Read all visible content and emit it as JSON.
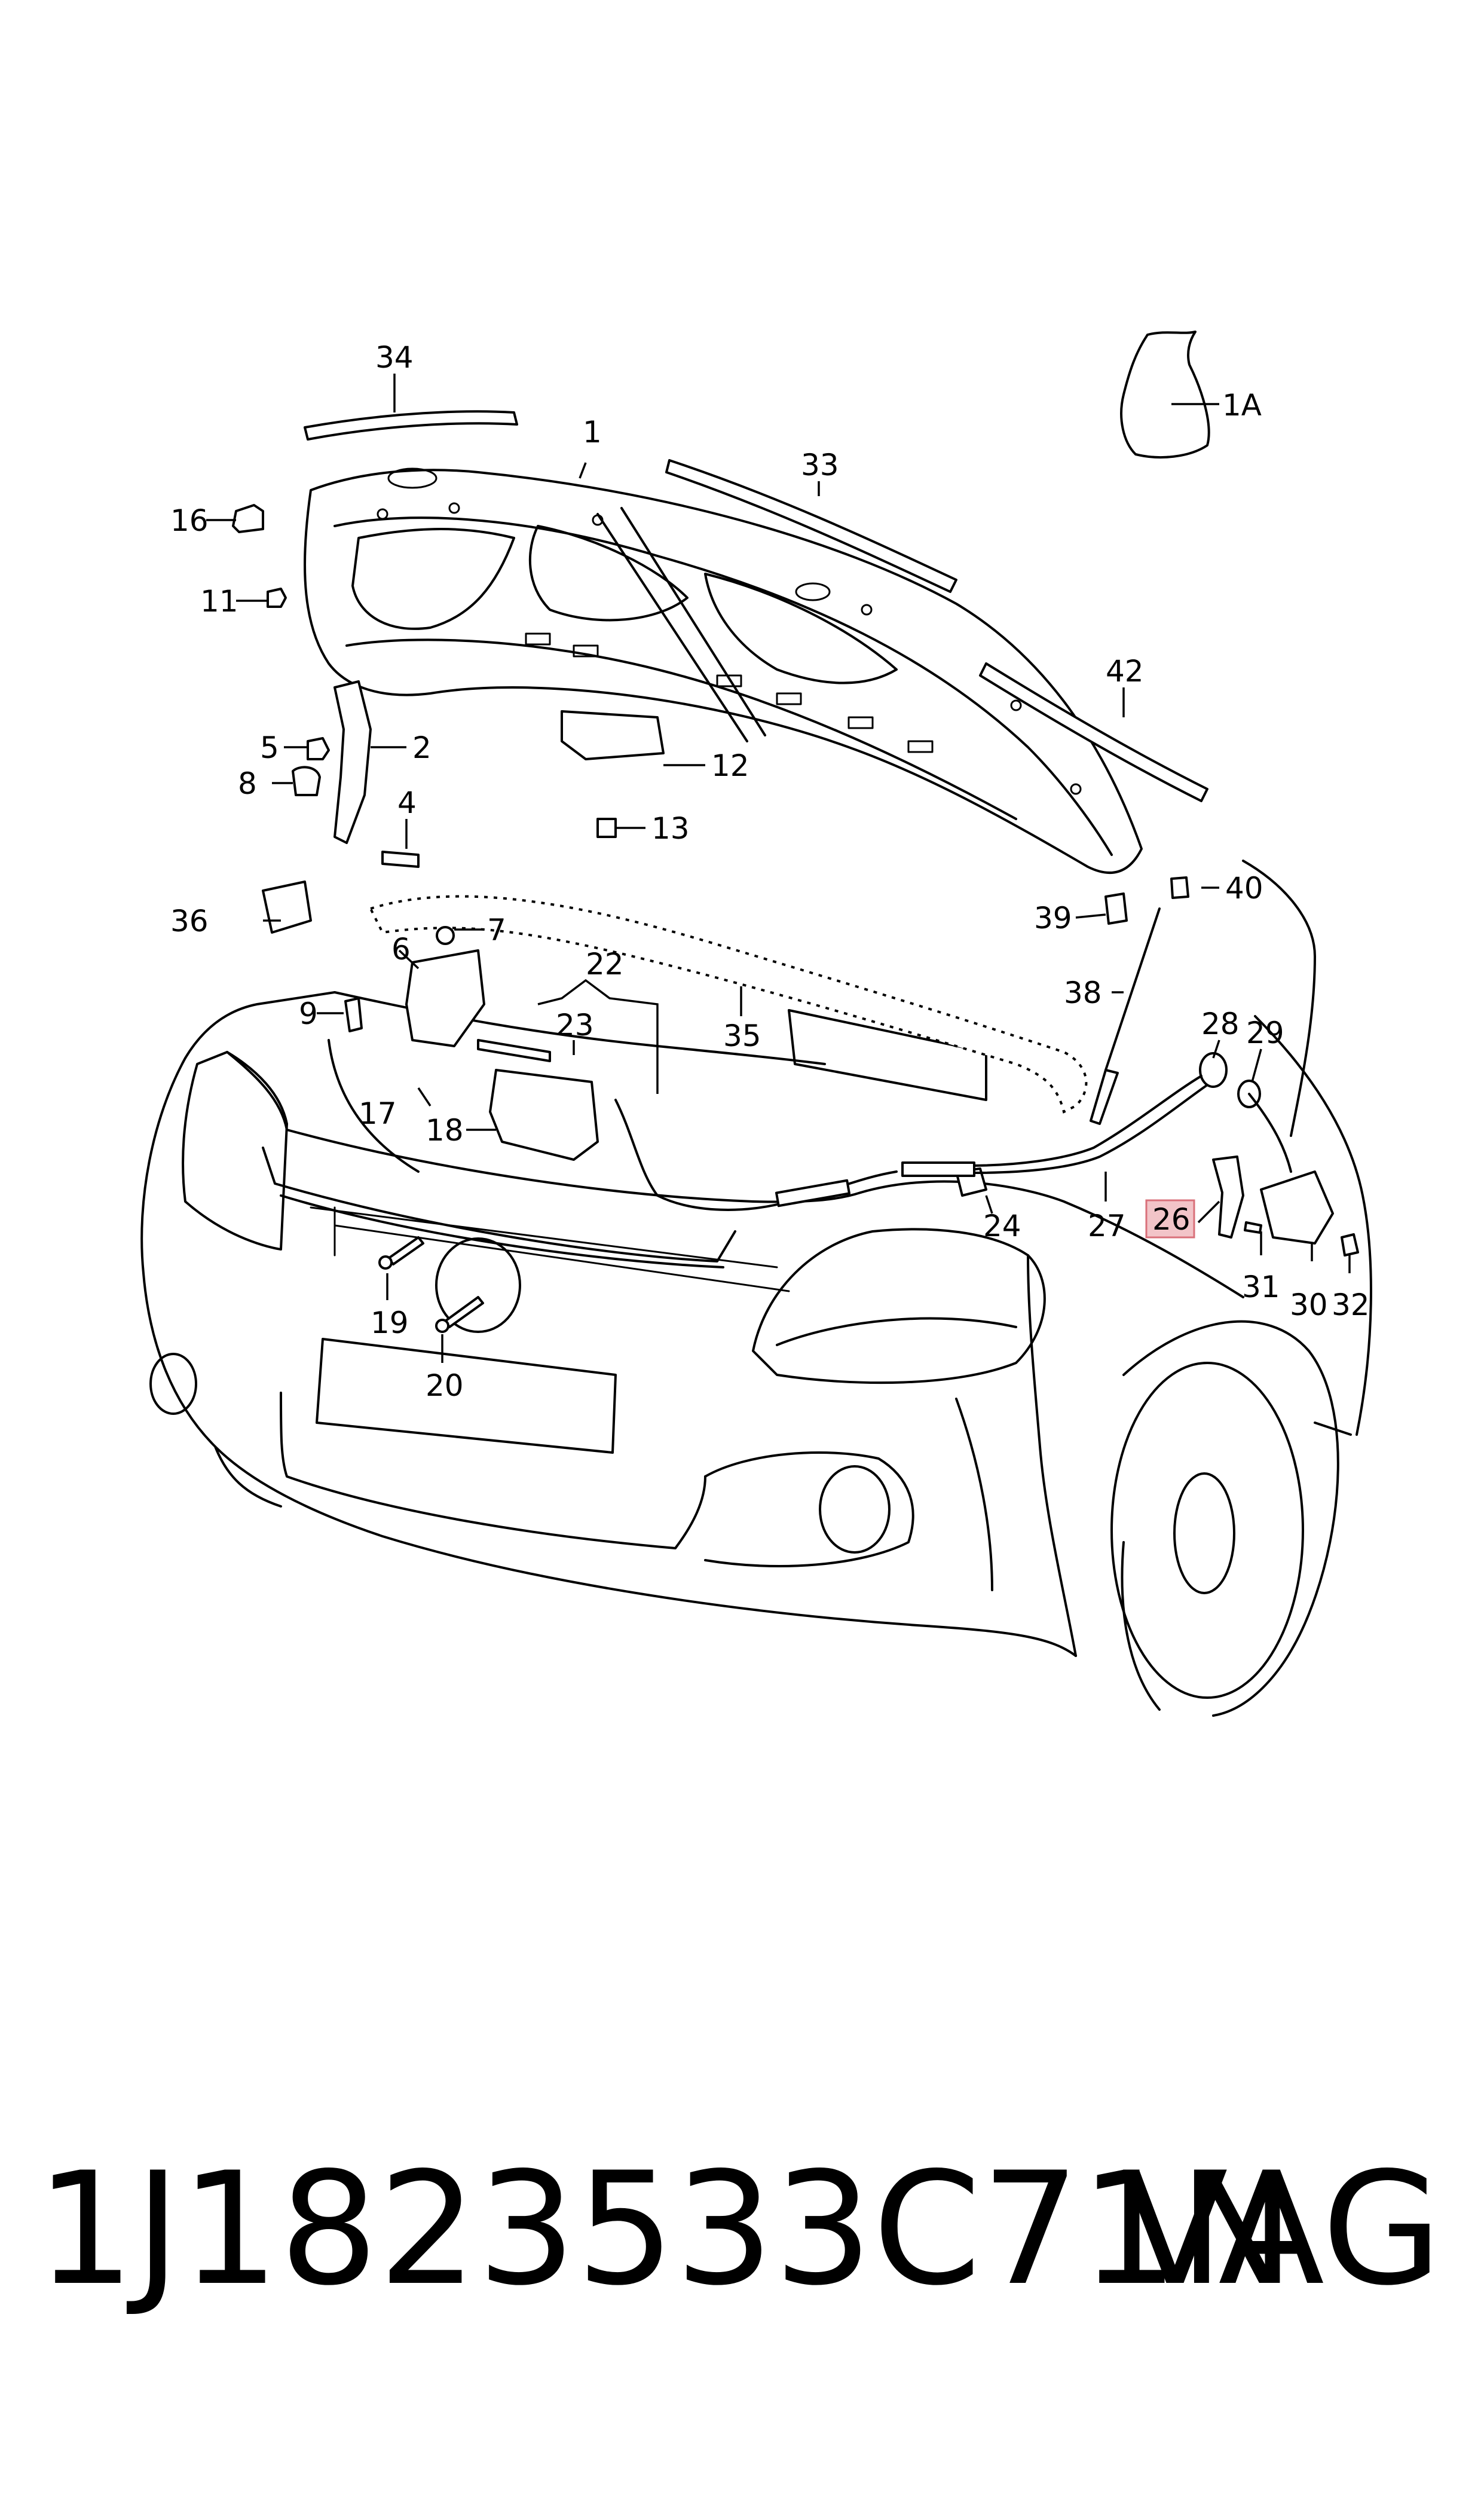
{
  "callouts": {
    "c1": "1",
    "c1a": "1A",
    "c2": "2",
    "c4": "4",
    "c5": "5",
    "c6": "6",
    "c7": "7",
    "c8": "8",
    "c9": "9",
    "c11": "11",
    "c12": "12",
    "c13": "13",
    "c16": "16",
    "c17": "17",
    "c18": "18",
    "c19": "19",
    "c20": "20",
    "c22": "22",
    "c23": "23",
    "c24": "24",
    "c26": "26",
    "c27": "27",
    "c28": "28",
    "c29": "29",
    "c30": "30",
    "c31": "31",
    "c32": "32",
    "c33": "33",
    "c34": "34",
    "c35": "35",
    "c36": "36",
    "c38": "38",
    "c39": "39",
    "c40": "40",
    "c42": "42"
  },
  "highlight_color": "#f2c4c8",
  "highlight_border": "#d9707a",
  "footer": {
    "part_number": "1J1823533C71N",
    "brand": "VAG"
  }
}
